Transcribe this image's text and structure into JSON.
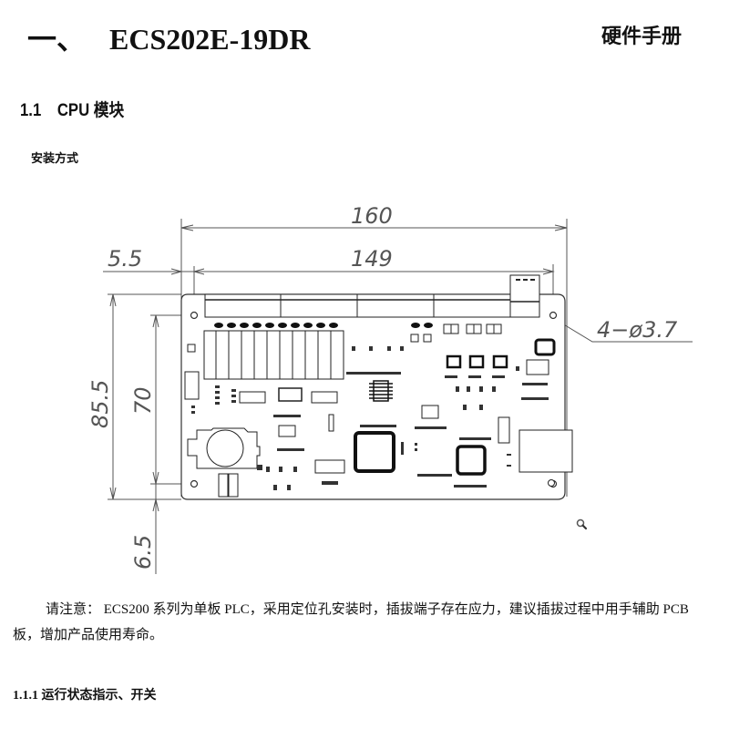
{
  "header": {
    "chapter_number": "一、",
    "chapter_title": "ECS202E-19DR",
    "document_label": "硬件手册"
  },
  "section": {
    "number": "1.1",
    "title": "CPU 模块"
  },
  "subsection": {
    "title": "安装方式"
  },
  "drawing": {
    "dimensions": {
      "overall_width": "160",
      "hole_spacing_width": "149",
      "hole_offset_x": "5.5",
      "overall_height": "85.5",
      "hole_spacing_height": "70",
      "hole_offset_y": "6.5",
      "hole_callout": "4−ø3.7"
    },
    "line_color": "#555555",
    "component_color": "#111111"
  },
  "note": {
    "text": "请注意： ECS200 系列为单板 PLC，采用定位孔安装时，插拔端子存在应力，建议插拔过程中用手辅助 PCB 板，增加产品使用寿命。"
  },
  "next_section": {
    "title": "1.1.1 运行状态指示、开关"
  },
  "cursor": {
    "icon": "magnifier-icon"
  }
}
